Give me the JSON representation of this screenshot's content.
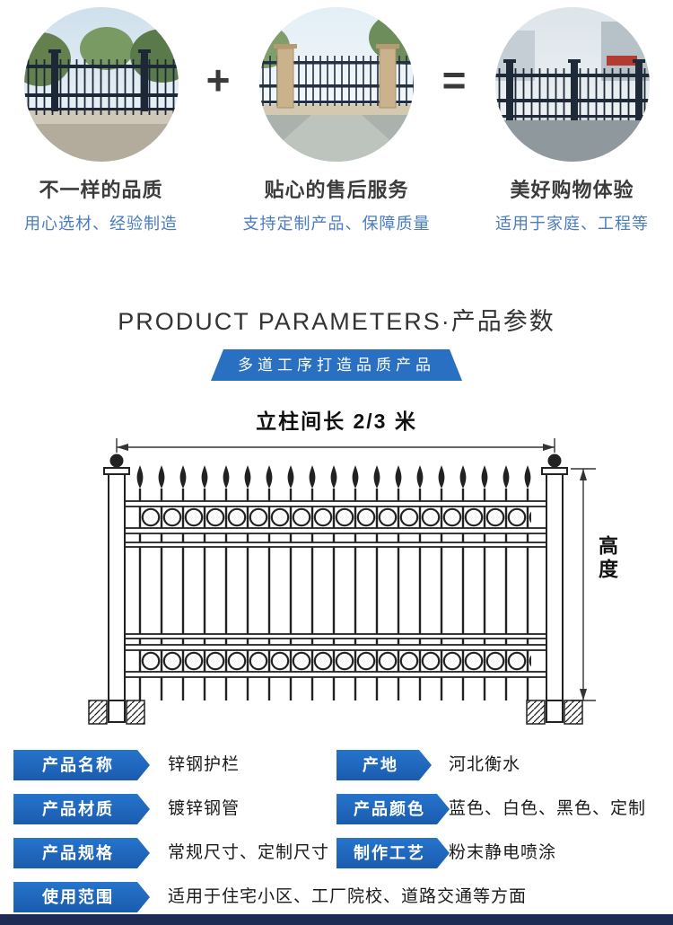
{
  "colors": {
    "accent_blue": "#1d64ba",
    "ribbon_blue": "#2a70c2",
    "subtitle_blue": "#4a7cbe",
    "footer_bar": "#1d2c55",
    "drawing_ink": "#222222"
  },
  "features": {
    "separators": [
      "+",
      "="
    ],
    "items": [
      {
        "title": "不一样的品质",
        "subtitle": "用心选材、经验制造"
      },
      {
        "title": "贴心的售后服务",
        "subtitle": "支持定制产品、保障质量"
      },
      {
        "title": "美好购物体验",
        "subtitle": "适用于家庭、工程等"
      }
    ]
  },
  "params_section": {
    "title": "PRODUCT PARAMETERS·产品参数",
    "ribbon": "多道工序打造品质产品"
  },
  "diagram": {
    "top_dimension_label": "立柱间长 2/3 米",
    "height_label": "高度"
  },
  "spec_rows": [
    {
      "label": "产品名称",
      "value": "锌钢护栏"
    },
    {
      "label": "产地",
      "value": "河北衡水"
    },
    {
      "label": "产品材质",
      "value": "镀锌钢管"
    },
    {
      "label": "产品颜色",
      "value": "蓝色、白色、黑色、定制"
    },
    {
      "label": "产品规格",
      "value": "常规尺寸、定制尺寸"
    },
    {
      "label": "制作工艺",
      "value": "粉末静电喷涂"
    },
    {
      "label": "使用范围",
      "value": "适用于住宅小区、工厂院校、道路交通等方面"
    }
  ]
}
